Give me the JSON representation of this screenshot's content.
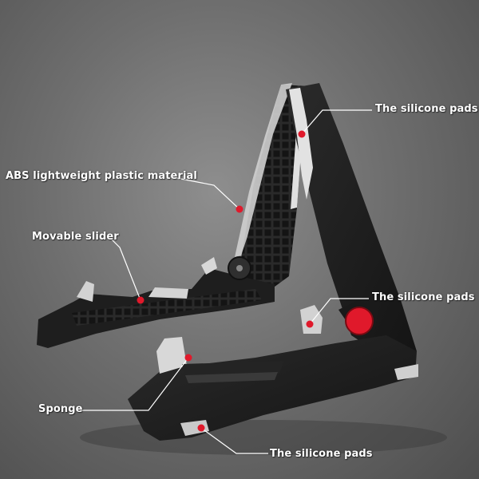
{
  "callouts": {
    "silicone_pads_top": "The silicone pads",
    "abs_material": "ABS lightweight plastic material",
    "movable_slider": "Movable slider",
    "silicone_pads_middle": "The silicone pads",
    "sponge": "Sponge",
    "silicone_pads_bottom": "The silicone pads"
  },
  "colors": {
    "background": "#727272",
    "product_body": "#1c1c1c",
    "pad": "#d6d6d6",
    "marker": "#e0192b",
    "leader_line": "#ffffff",
    "label_text": "#ffffff"
  }
}
